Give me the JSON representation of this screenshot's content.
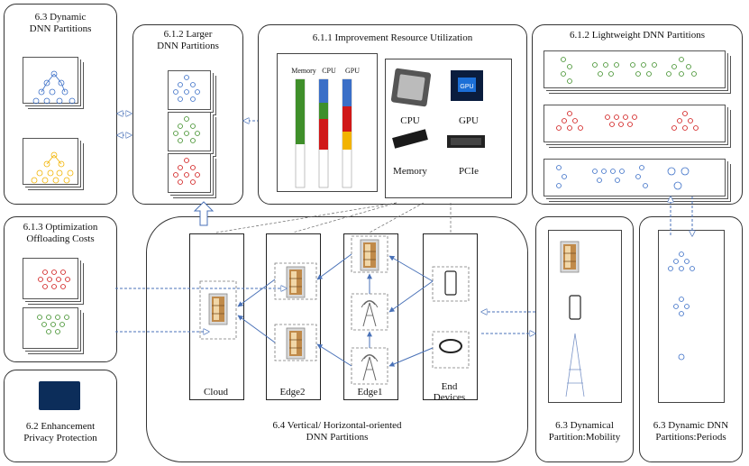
{
  "panels": {
    "dynamic_top": "6.3 Dynamic\nDNN Partitions",
    "larger": "6.1.2 Larger\nDNN Partitions",
    "resource": "6.1.1 Improvement Resource Utilization",
    "lightweight": "6.1.2 Lightweight DNN Partitions",
    "offloading": "6.1.3 Optimization\nOffloading Costs",
    "privacy": "6.2 Enhancement\nPrivacy Protection",
    "vertical": "6.4 Vertical/ Horizontal-oriented\nDNN Partitions",
    "mobility": "6.3 Dynamical\nPartition:Mobility",
    "periods": "6.3 Dynamic DNN\nPartitions:Periods"
  },
  "resource": {
    "bar_labels": [
      "Memory",
      "CPU",
      "GPU"
    ],
    "hardware": [
      "CPU",
      "GPU",
      "Memory",
      "PCIe"
    ],
    "gpu_chip_text": "GPU"
  },
  "tiers": [
    "Cloud",
    "Edge2",
    "Edge1",
    "End\nDevices"
  ],
  "colors": {
    "blue": "#3b6fc7",
    "green": "#3f8f2a",
    "red": "#d01818",
    "yellow": "#f2b300",
    "arrow": "#4a72b8"
  }
}
